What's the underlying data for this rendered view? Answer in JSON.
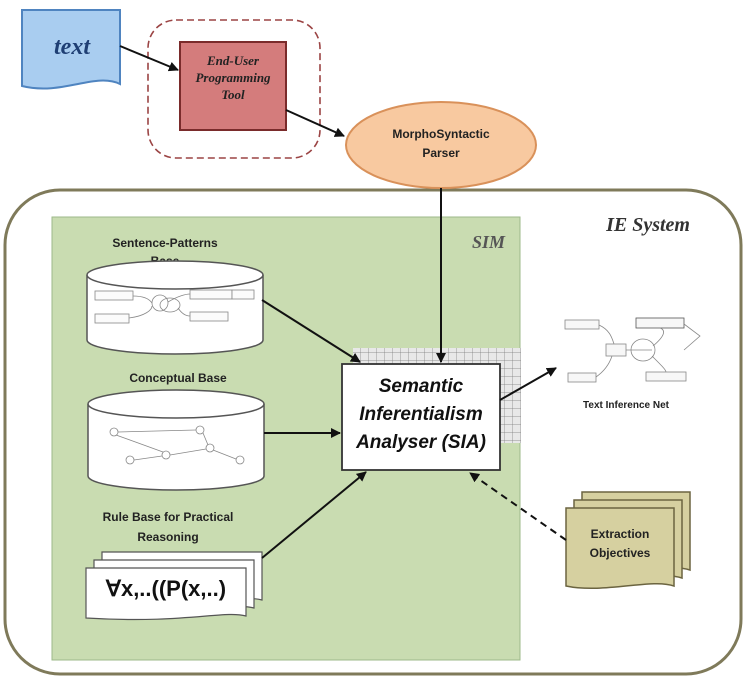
{
  "input_doc": {
    "label": "text"
  },
  "tool": {
    "line1": "End-User",
    "line2": "Programming",
    "line3": "Tool"
  },
  "parser": {
    "line1": "MorphoSyntactic",
    "line2": "Parser"
  },
  "ie_system": {
    "label": "IE System"
  },
  "sim": {
    "label": "SIM"
  },
  "sentence_base": {
    "line1": "Sentence-Patterns",
    "line2": "Base"
  },
  "conceptual_base": {
    "label": "Conceptual Base"
  },
  "rule_base": {
    "line1": "Rule Base for Practical",
    "line2": "Reasoning",
    "formula": "∀x,..((P(x,..)"
  },
  "sia": {
    "line1": "Semantic",
    "line2": "Inferentialism",
    "line3": "Analyser (SIA)"
  },
  "inference_net": {
    "label": "Text Inference Net"
  },
  "objectives": {
    "line1": "Extraction",
    "line2": "Objectives"
  },
  "colors": {
    "doc_blue": "#a9cdf0",
    "tool_red": "#d47c7c",
    "parser_orange": "#f8c9a0",
    "sim_green": "#c9dcb1",
    "objectives_olive": "#d6d0a0",
    "frame": "#7f7a5a"
  }
}
